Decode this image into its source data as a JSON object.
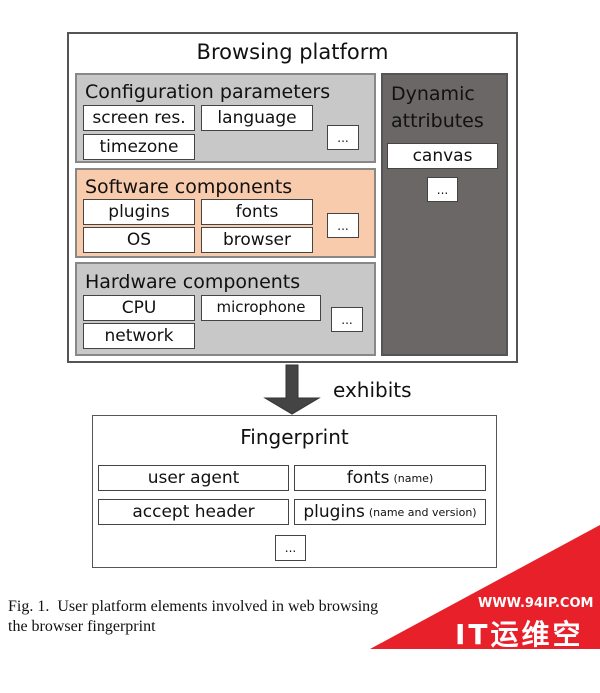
{
  "platform": {
    "title": "Browsing platform",
    "config": {
      "title": "Configuration parameters",
      "items": [
        "screen res.",
        "language",
        "timezone",
        "..."
      ]
    },
    "software": {
      "title": "Software components",
      "items": [
        "plugins",
        "fonts",
        "OS",
        "browser",
        "..."
      ]
    },
    "hardware": {
      "title": "Hardware components",
      "items": [
        "CPU",
        "microphone",
        "network",
        "..."
      ]
    },
    "dynamic": {
      "title_line1": "Dynamic",
      "title_line2": "attributes",
      "items": [
        "canvas",
        "..."
      ]
    }
  },
  "arrow_label": "exhibits",
  "fingerprint": {
    "title": "Fingerprint",
    "items": [
      {
        "label": "user agent",
        "note": ""
      },
      {
        "label": "fonts",
        "note": "(name)"
      },
      {
        "label": "accept header",
        "note": ""
      },
      {
        "label": "plugins",
        "note": "(name and version)"
      }
    ],
    "more": "..."
  },
  "caption": {
    "line1": "Fig. 1.  User platform elements involved in web browsing",
    "line2": "the browser fingerprint"
  },
  "watermark": {
    "url": "WWW.94IP.COM",
    "name": "IT运维空间"
  },
  "colors": {
    "gray": "#c8c8c8",
    "orange": "#f8cbad",
    "dark": "#6b6767",
    "watermark": "#e8202a"
  }
}
